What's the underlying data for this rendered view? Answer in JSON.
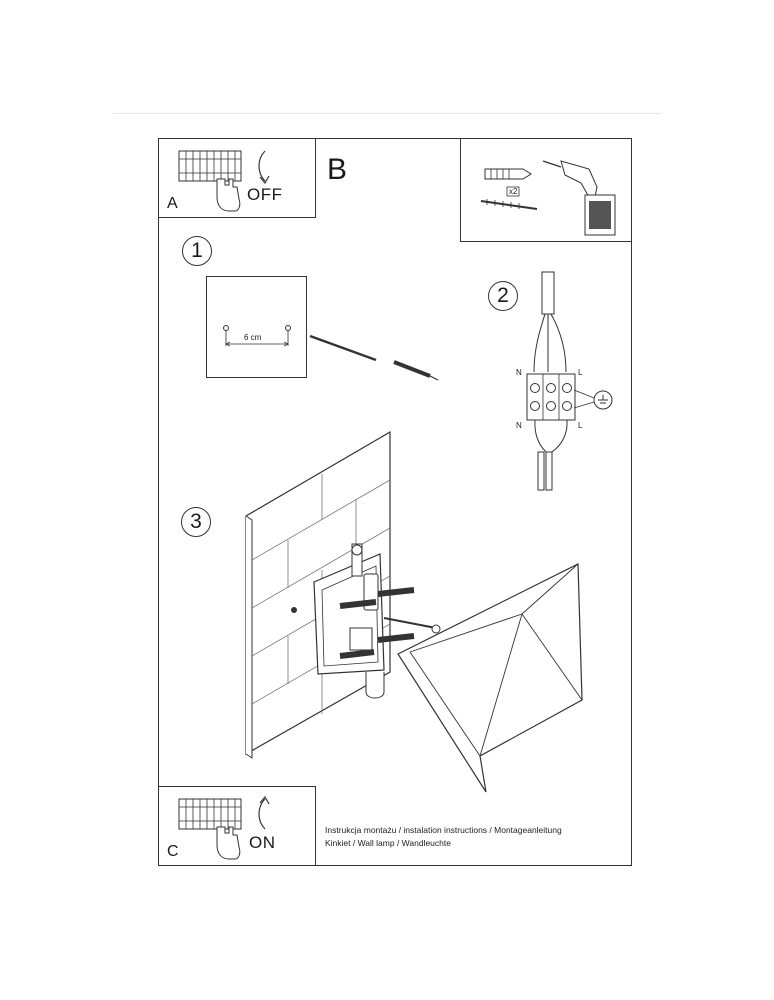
{
  "panel_a": {
    "letter": "A",
    "action": "OFF"
  },
  "panel_b": {
    "letter": "B",
    "quantity_badge": "x2"
  },
  "steps": [
    "1",
    "2",
    "3"
  ],
  "step1": {
    "distance_label": "6 cm"
  },
  "step2": {
    "top_left": "N",
    "top_right": "L",
    "bottom_left": "N",
    "bottom_right": "L"
  },
  "panel_c": {
    "letter": "C",
    "action": "ON"
  },
  "footer": {
    "line1": "Instrukcja montażu / instalation instructions / Montageanleitung",
    "line2": "Kinkiet / Wall lamp / Wandleuchte"
  }
}
